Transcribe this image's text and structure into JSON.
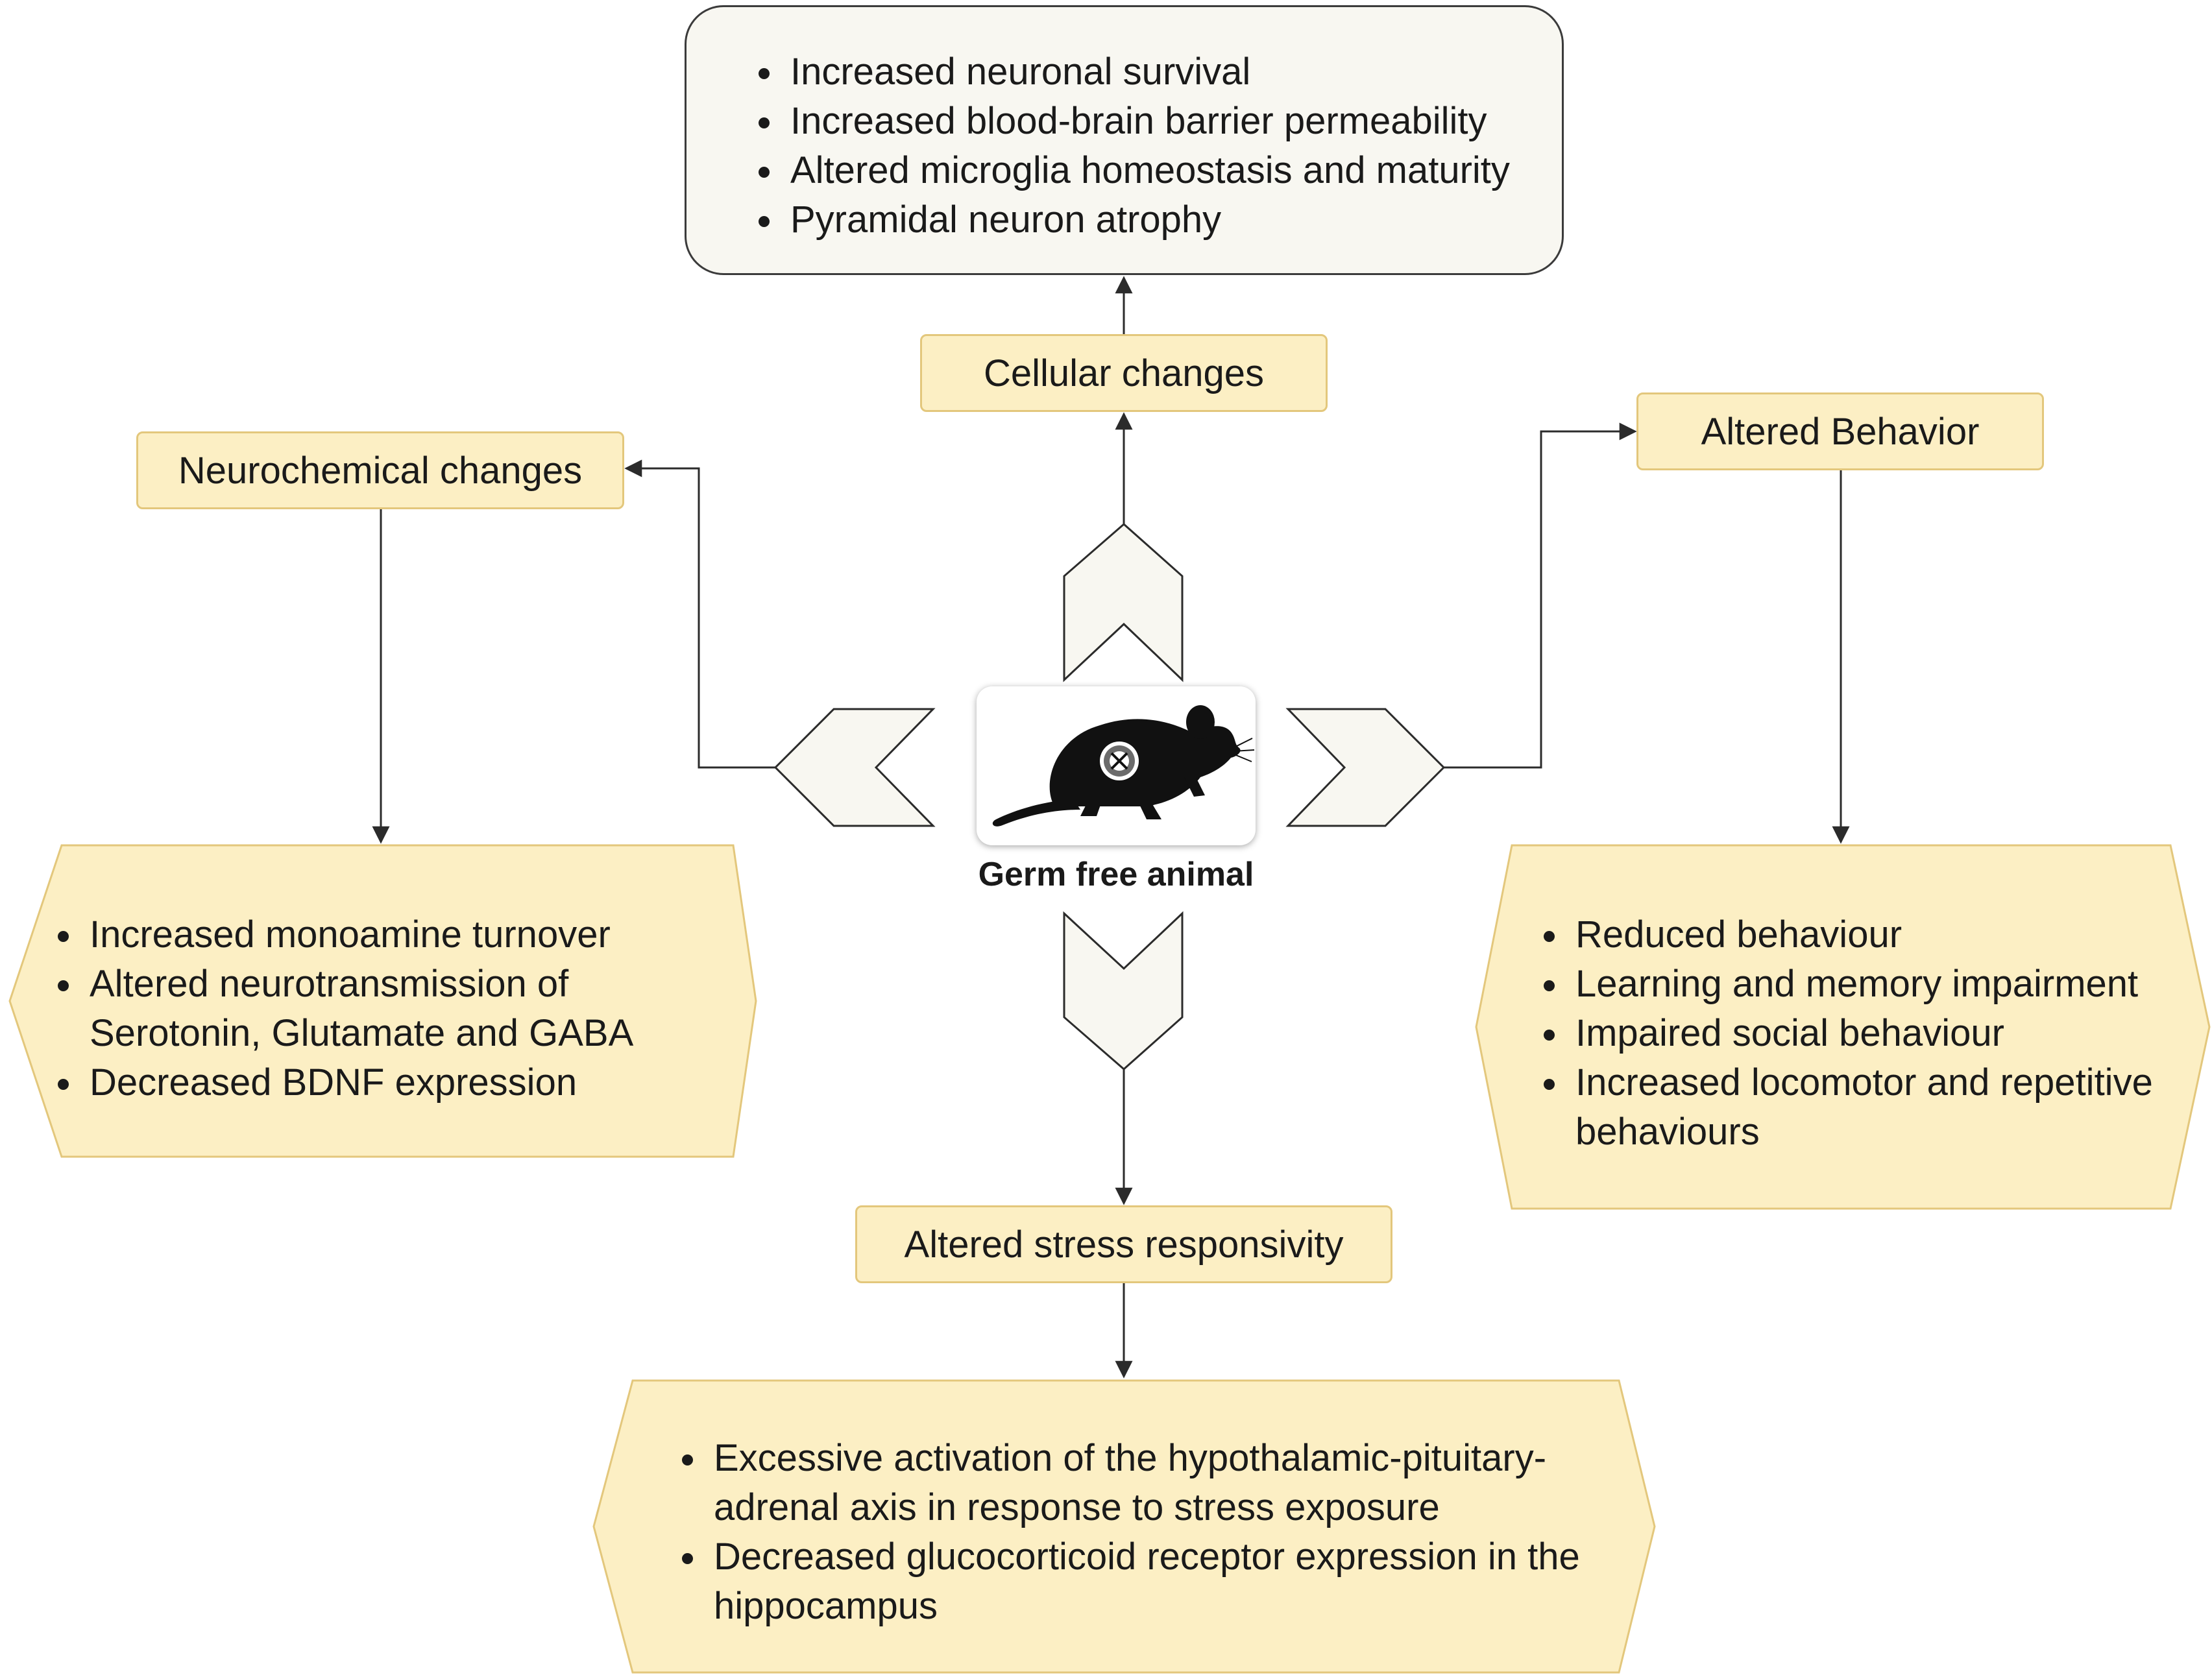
{
  "center": {
    "label": "Germ free animal"
  },
  "branches": {
    "cellular": {
      "label": "Cellular changes",
      "items": [
        "Increased neuronal survival",
        "Increased blood-brain barrier permeability",
        "Altered microglia homeostasis and maturity",
        "Pyramidal neuron atrophy"
      ]
    },
    "neurochemical": {
      "label": "Neurochemical changes",
      "items": [
        "Increased monoamine turnover",
        "Altered neurotransmission of Serotonin, Glutamate and GABA",
        "Decreased BDNF expression"
      ]
    },
    "behavior": {
      "label": "Altered Behavior",
      "items": [
        "Reduced behaviour",
        "Learning and memory impairment",
        "Impaired social behaviour",
        "Increased locomotor and repetitive behaviours"
      ]
    },
    "stress": {
      "label": "Altered stress responsivity",
      "items": [
        "Excessive activation of the hypothalamic-pituitary-adrenal axis in response to stress exposure",
        "Decreased glucocorticoid receptor expression in the hippocampus"
      ]
    }
  },
  "colors": {
    "box_fill": "#fcefc4",
    "box_border": "#e3c77c",
    "chevron_fill": "#f8f7f1",
    "top_box_fill": "#f8f7f1",
    "line": "#2b2b2b"
  }
}
